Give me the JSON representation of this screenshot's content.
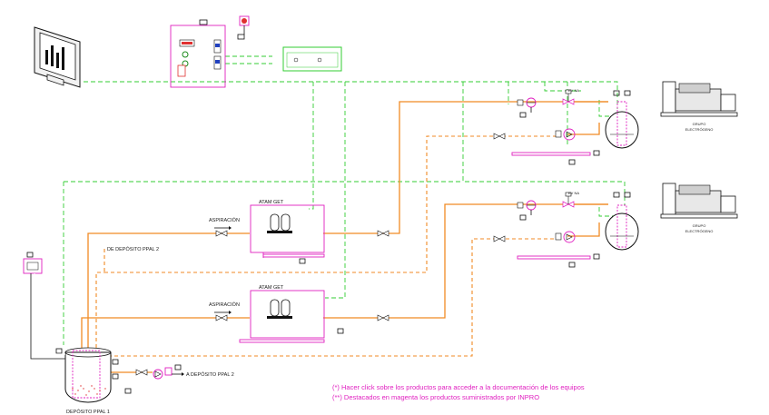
{
  "labels": {
    "aspiration_1": "ASPIRACIÓN",
    "aspiration_2": "ASPIRACIÓN",
    "from_tank_2": "DE DEPÓSITO PPAL 2",
    "to_tank_2": "A DEPÓSITO PPAL 2",
    "main_tank": "DEPÓSITO PPAL 1",
    "filter_1": "ATAM GET",
    "filter_2": "ATAM GET",
    "generator_1": [
      "GRUPO",
      "ELECTRÓGENO"
    ],
    "generator_2": [
      "GRUPO",
      "ELECTRÓGENO"
    ],
    "valve_1": "EV NA",
    "valve_2": "EV NA"
  },
  "notes": {
    "note_1": "(*) Hacer click sobre los productos para acceder a la documentación de los equipos",
    "note_2": "(**) Destacados en magenta los productos suministrados por INPRO"
  },
  "colors": {
    "fuel_line": "#f08a24",
    "signal_line": "#33cc33",
    "inpro_product": "#e020c0"
  },
  "icons": [
    "monitor-icon",
    "alarm-beacon-icon",
    "pump-icon",
    "solenoid-valve-icon",
    "generator-icon",
    "filter-cartridge-icon",
    "level-gauge-icon"
  ]
}
